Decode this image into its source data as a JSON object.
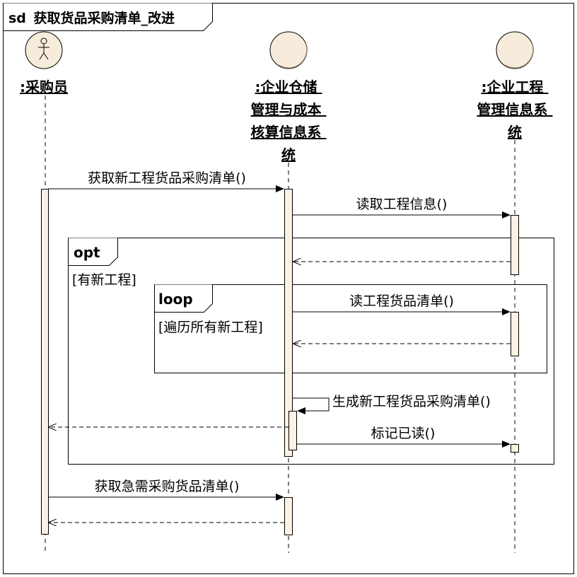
{
  "frame": {
    "keyword": "sd",
    "title": "获取货品采购清单_改进"
  },
  "lifelines": [
    {
      "kind": "actor",
      "icon": "actor-icon",
      "label_lines": [
        ":采购员"
      ]
    },
    {
      "kind": "boundary",
      "icon": "boundary-icon",
      "label_lines": [
        ":企业仓储",
        "管理与成本",
        "核算信息系",
        "统"
      ]
    },
    {
      "kind": "boundary",
      "icon": "boundary-icon",
      "label_lines": [
        ":企业工程",
        "管理信息系",
        "统"
      ]
    }
  ],
  "fragments": [
    {
      "operator": "opt",
      "guard": "[有新工程]"
    },
    {
      "operator": "loop",
      "guard": "[遍历所有新工程]"
    }
  ],
  "messages": [
    {
      "label": "获取新工程货品采购清单()",
      "type": "sync"
    },
    {
      "label": "读取工程信息()",
      "type": "sync"
    },
    {
      "label": "",
      "type": "return"
    },
    {
      "label": "读工程货品清单()",
      "type": "sync"
    },
    {
      "label": "",
      "type": "return"
    },
    {
      "label": "生成新工程货品采购清单()",
      "type": "self"
    },
    {
      "label": "",
      "type": "return"
    },
    {
      "label": "标记已读()",
      "type": "sync"
    },
    {
      "label": "获取急需采购货品清单()",
      "type": "sync"
    },
    {
      "label": "",
      "type": "return"
    }
  ],
  "colors": {
    "activation_fill": "#fbf1e4",
    "boundary_fill": "#f7ecdc",
    "line": "#000000",
    "lifeline": "#000000",
    "fragment_tab": "#ffffff"
  }
}
